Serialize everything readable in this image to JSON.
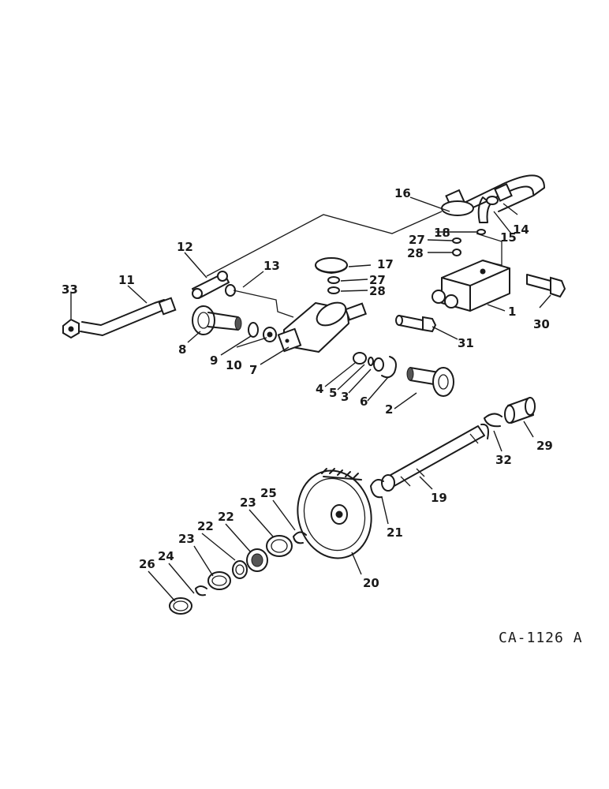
{
  "diagram_code": "CA-1126 A",
  "callouts": [
    {
      "id": "1",
      "text": "1"
    },
    {
      "id": "2",
      "text": "2"
    },
    {
      "id": "3",
      "text": "3"
    },
    {
      "id": "4",
      "text": "4"
    },
    {
      "id": "5",
      "text": "5"
    },
    {
      "id": "6",
      "text": "6"
    },
    {
      "id": "7",
      "text": "7"
    },
    {
      "id": "8",
      "text": "8"
    },
    {
      "id": "9",
      "text": "9"
    },
    {
      "id": "10",
      "text": "10"
    },
    {
      "id": "11",
      "text": "11"
    },
    {
      "id": "12",
      "text": "12"
    },
    {
      "id": "13",
      "text": "13"
    },
    {
      "id": "14",
      "text": "14"
    },
    {
      "id": "15",
      "text": "15"
    },
    {
      "id": "16",
      "text": "16"
    },
    {
      "id": "17",
      "text": "17"
    },
    {
      "id": "18",
      "text": "18"
    },
    {
      "id": "19",
      "text": "19"
    },
    {
      "id": "20",
      "text": "20"
    },
    {
      "id": "21",
      "text": "21"
    },
    {
      "id": "22a",
      "text": "22"
    },
    {
      "id": "22b",
      "text": "22"
    },
    {
      "id": "23a",
      "text": "23"
    },
    {
      "id": "23b",
      "text": "23"
    },
    {
      "id": "24",
      "text": "24"
    },
    {
      "id": "25",
      "text": "25"
    },
    {
      "id": "26",
      "text": "26"
    },
    {
      "id": "27a",
      "text": "27"
    },
    {
      "id": "27b",
      "text": "27"
    },
    {
      "id": "28a",
      "text": "28"
    },
    {
      "id": "28b",
      "text": "28"
    },
    {
      "id": "29",
      "text": "29"
    },
    {
      "id": "30",
      "text": "30"
    },
    {
      "id": "31",
      "text": "31"
    },
    {
      "id": "32",
      "text": "32"
    },
    {
      "id": "33",
      "text": "33"
    }
  ]
}
